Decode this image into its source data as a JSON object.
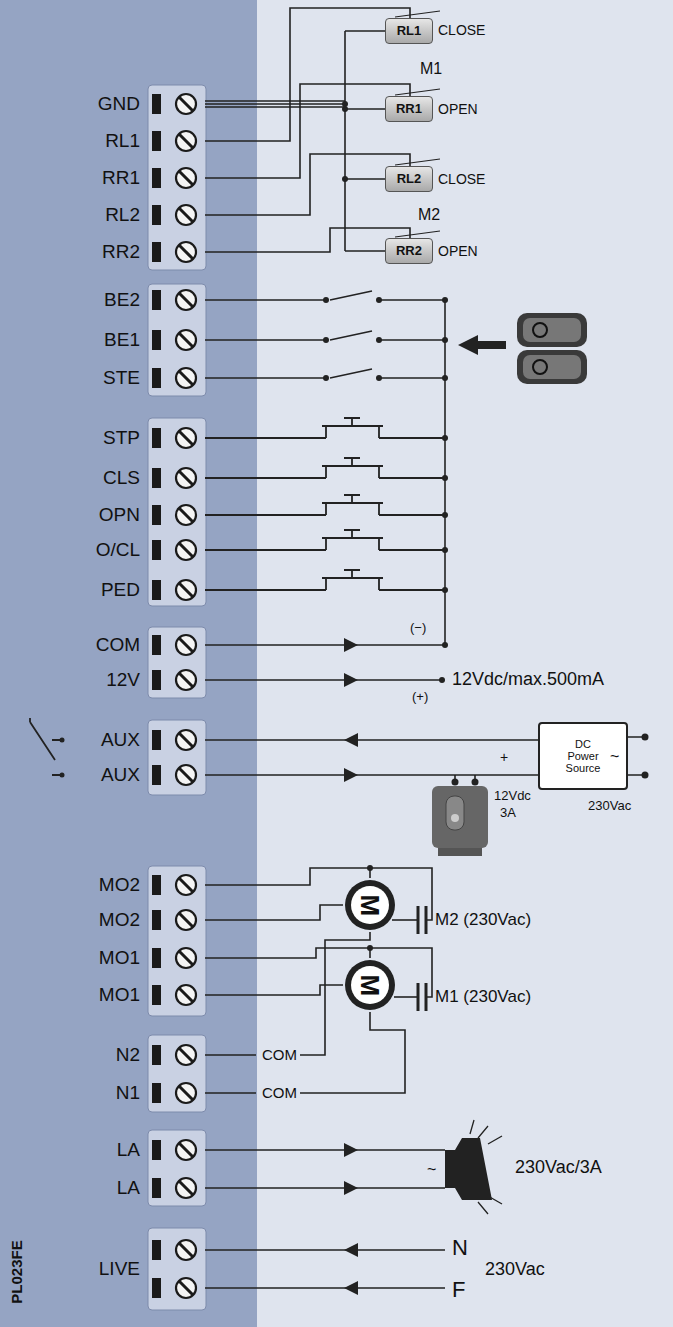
{
  "diagram": {
    "nodes": [
      {
        "text": [
          "RL1"
        ]
      },
      {
        "text": [
          "RR1"
        ]
      },
      {
        "text": [
          "RL2"
        ]
      },
      {
        "text": [
          "RR2"
        ]
      },
      {
        "text": [
          "DC Power Source"
        ]
      },
      {
        "text": [
          "M"
        ]
      },
      {
        "text": [
          "M"
        ]
      }
    ],
    "labels": [
      "GND",
      "RL1",
      "RR1",
      "RL2",
      "RR2",
      "BE2",
      "BE1",
      "STE",
      "STP",
      "CLS",
      "OPN",
      "O/CL",
      "PED",
      "COM",
      "12V",
      "AUX",
      "AUX",
      "MO2",
      "MO2",
      "MO1",
      "MO1",
      "N2",
      "N1",
      "LA",
      "LA",
      "LIVE",
      "PL023FE",
      "CLOSE",
      "M1",
      "OPEN",
      "CLOSE",
      "M2",
      "OPEN",
      "(−)",
      "12Vdc/max.500mA",
      "(+)",
      "+",
      "12Vdc",
      "3A",
      "~",
      "230Vac",
      "M2 (230Vac)",
      "M1 (230Vac)",
      "COM",
      "COM",
      "~",
      "230Vac/3A",
      "N",
      "F",
      "230Vac"
    ]
  }
}
